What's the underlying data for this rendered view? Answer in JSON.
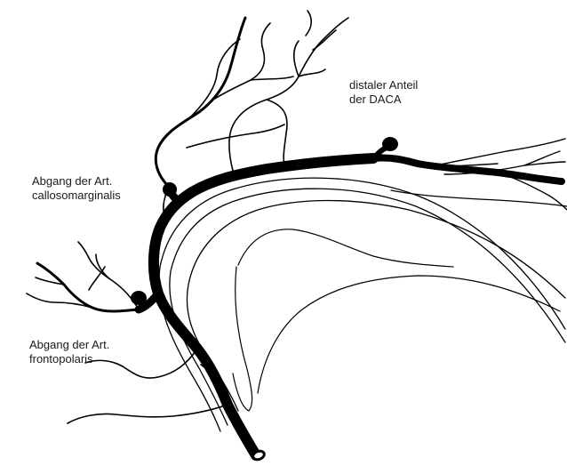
{
  "labels": {
    "distal_daca": {
      "line1": "distaler Anteil",
      "line2": "der DACA"
    },
    "callosomarginalis": {
      "line1": "Abgang der Art.",
      "line2": "callosomarginalis"
    },
    "frontopolaris": {
      "line1": "Abgang der Art.",
      "line2": "frontopolaris"
    }
  },
  "colors": {
    "stroke": "#000000",
    "background": "#ffffff"
  }
}
